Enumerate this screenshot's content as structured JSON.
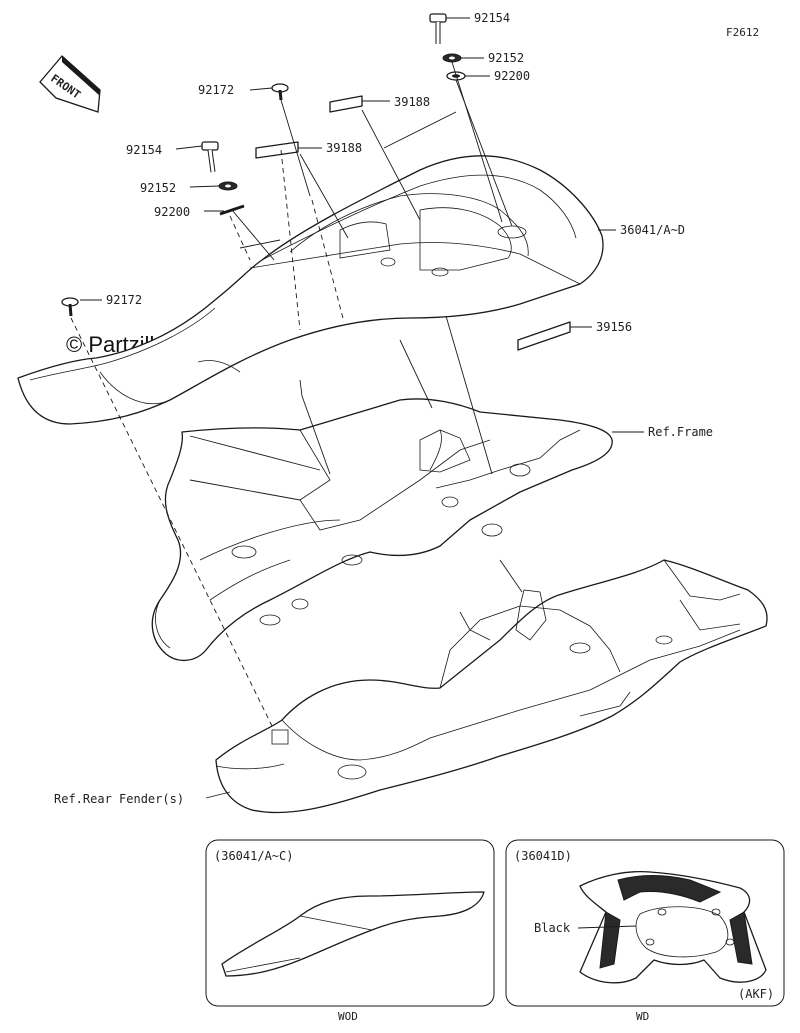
{
  "diagram": {
    "figure_code": "F2612",
    "watermark": "© Partzilla.com",
    "front_marker": "FRONT",
    "callouts": [
      {
        "id": "c1",
        "label": "92154"
      },
      {
        "id": "c2",
        "label": "92152"
      },
      {
        "id": "c3",
        "label": "92200"
      },
      {
        "id": "c4",
        "label": "39188"
      },
      {
        "id": "c5",
        "label": "92172"
      },
      {
        "id": "c6",
        "label": "39188"
      },
      {
        "id": "c7",
        "label": "92154"
      },
      {
        "id": "c8",
        "label": "92152"
      },
      {
        "id": "c9",
        "label": "92200"
      },
      {
        "id": "c10",
        "label": "36041/A~D"
      },
      {
        "id": "c11",
        "label": "92172"
      },
      {
        "id": "c12",
        "label": "39156"
      },
      {
        "id": "c13",
        "label": "Ref.Frame"
      },
      {
        "id": "c14",
        "label": "Ref.Rear Fender(s)"
      }
    ],
    "insets": [
      {
        "id": "inset-left",
        "header": "(36041/A~C)",
        "footer": "WOD"
      },
      {
        "id": "inset-right",
        "header": "(36041D)",
        "footer": "WD",
        "note": "Black",
        "tag": "(AKF)"
      }
    ]
  }
}
